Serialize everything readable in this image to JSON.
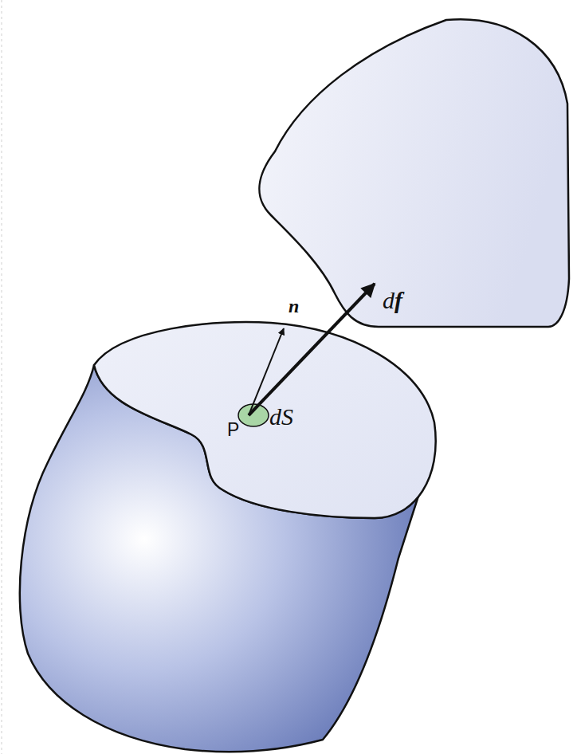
{
  "diagram": {
    "labels": [
      "n",
      "df",
      "P",
      "dS"
    ]
  }
}
